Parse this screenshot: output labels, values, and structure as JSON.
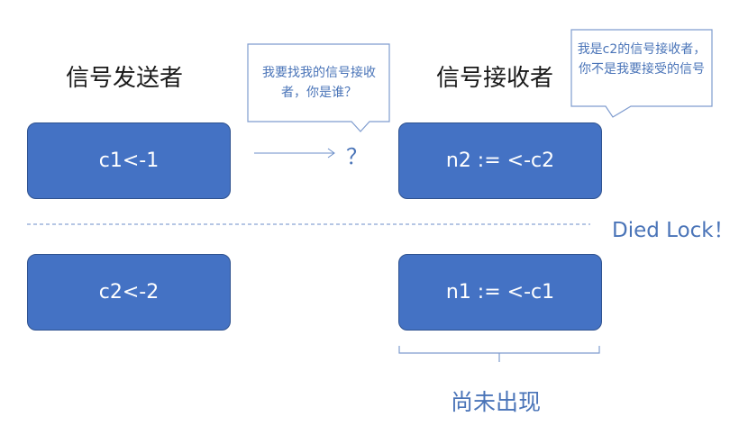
{
  "headings": {
    "sender": "信号发送者",
    "receiver": "信号接收者"
  },
  "boxes": {
    "send_1": "c1<-1",
    "send_2": "c2<-2",
    "recv_1": "n2 := <-c2",
    "recv_2": "n1 := <-c1"
  },
  "callouts": {
    "left": "我要找我的信号接收者，你是谁？",
    "right": "我是c2的信号接收者，你不是我要接受的信号"
  },
  "question_mark": "？",
  "deadlock_label": "Died Lock！",
  "not_yet_label": "尚未出现",
  "colors": {
    "box_fill": "#4472c4",
    "box_border": "#2f528f",
    "accent_text": "#4a74b8"
  }
}
